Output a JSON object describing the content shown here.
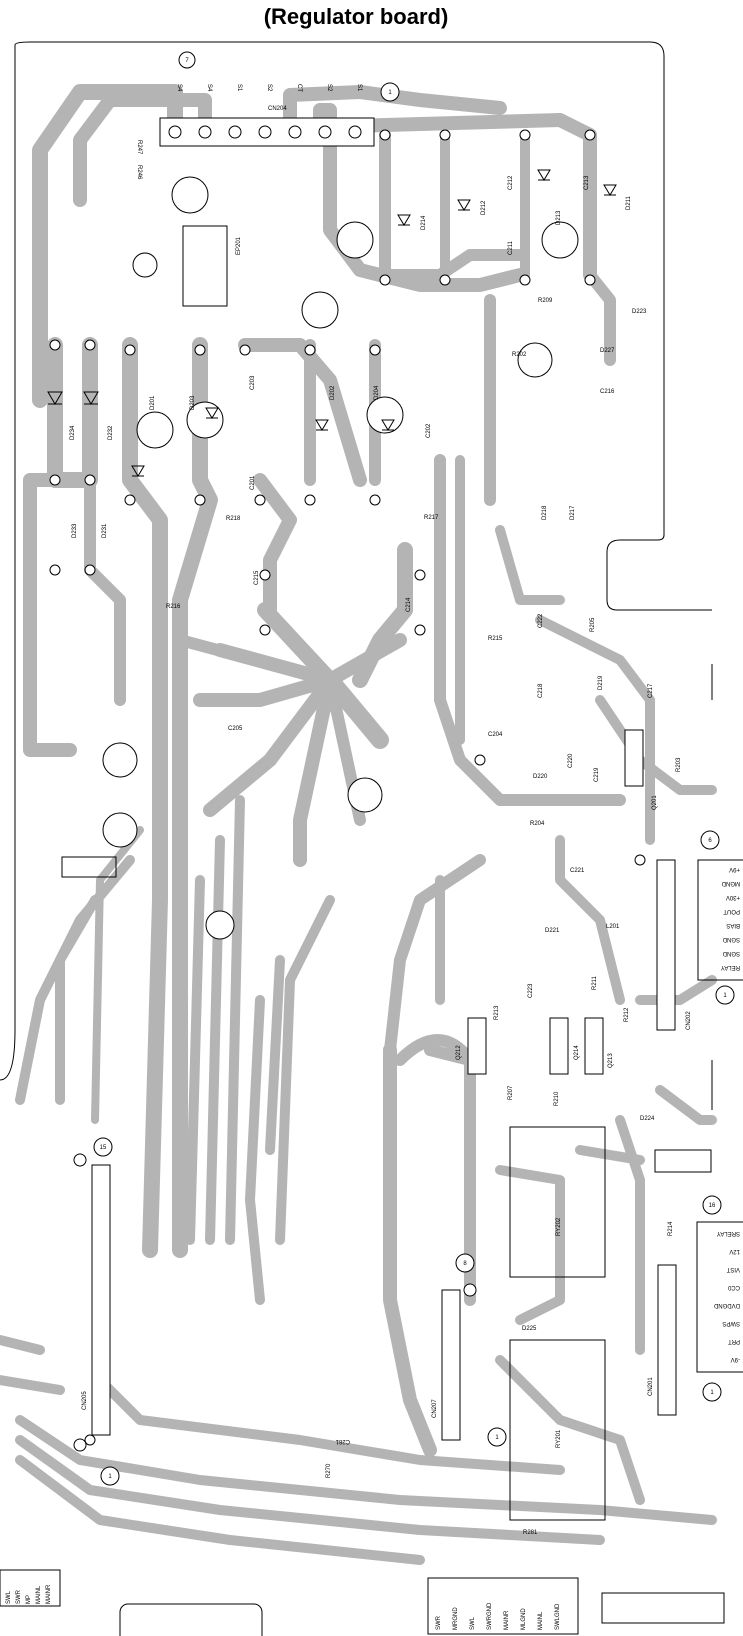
{
  "title": "(Regulator board)",
  "colors": {
    "trace": "#b4b4b4",
    "ink": "#000000",
    "paper": "#ffffff"
  },
  "circled_numbers": {
    "c7": "7",
    "c1_top": "1",
    "c6": "6",
    "c1_right": "1",
    "c16": "16",
    "c1_right2": "1",
    "c15": "15",
    "c8": "8",
    "c1_mid": "1",
    "c1_bottom": "1"
  },
  "cn204_pins": [
    "S4",
    "S4",
    "S1",
    "S2",
    "CT",
    "S2",
    "S1"
  ],
  "components": {
    "cn204": "CN204",
    "r247": "R247",
    "r246": "R246",
    "ep201": "EP201",
    "d214": "D214",
    "d212": "D212",
    "c212": "C212",
    "d213": "D213",
    "c213": "C213",
    "d211": "D211",
    "c211": "C211",
    "r209": "R209",
    "d223": "D223",
    "r202": "R202",
    "d227": "D227",
    "c216": "C216",
    "d234": "D234",
    "d232": "D232",
    "d201": "D201",
    "d203": "D203",
    "c203": "C203",
    "d202": "D202",
    "d204": "D204",
    "c202": "C202",
    "c201": "C201",
    "d233": "D233",
    "d231": "D231",
    "r218": "R218",
    "r217": "R217",
    "d218": "D218",
    "d217": "D217",
    "c215": "C215",
    "c214": "C214",
    "r216": "R216",
    "c222": "C222",
    "r205": "R205",
    "r215": "R215",
    "c218": "C218",
    "d219": "D219",
    "c217": "C217",
    "c205": "C205",
    "c204": "C204",
    "c220": "C220",
    "c219": "C219",
    "r203": "R203",
    "d220": "D220",
    "r204": "R204",
    "q201": "Q201",
    "c221": "C221",
    "d221": "D221",
    "l201": "L201",
    "cn202": "CN202",
    "r213": "R213",
    "c223": "C223",
    "r211": "R211",
    "r212": "R212",
    "q212": "Q212",
    "q214": "Q214",
    "q213": "Q213",
    "r207": "R207",
    "r210": "R210",
    "d224": "D224",
    "ry202": "RY202",
    "r214": "R214",
    "cn205": "CN205",
    "cn207": "CN207",
    "d225": "D225",
    "cn201": "CN201",
    "ry201": "RY201",
    "c281": "C281",
    "r270": "R270",
    "r281": "R281"
  },
  "cn202_labels": [
    "+9V",
    "MGND",
    "+30V",
    "POUT",
    "BIAS",
    "SGND",
    "SGND",
    "RELAY"
  ],
  "cn201_labels": [
    "SRELAY",
    "12V",
    "VIST",
    "CC0",
    "DVDGND",
    "SWPS",
    "PRT",
    "-9V"
  ],
  "bottom_left_labels": [
    "SWL",
    "SWR",
    "MP",
    "MAINL",
    "MAINR"
  ],
  "bottom_labels": [
    "SWR",
    "MRGND",
    "SWL",
    "SWRGND",
    "MAINR",
    "MLGND",
    "MAINL",
    "SWLGND"
  ]
}
